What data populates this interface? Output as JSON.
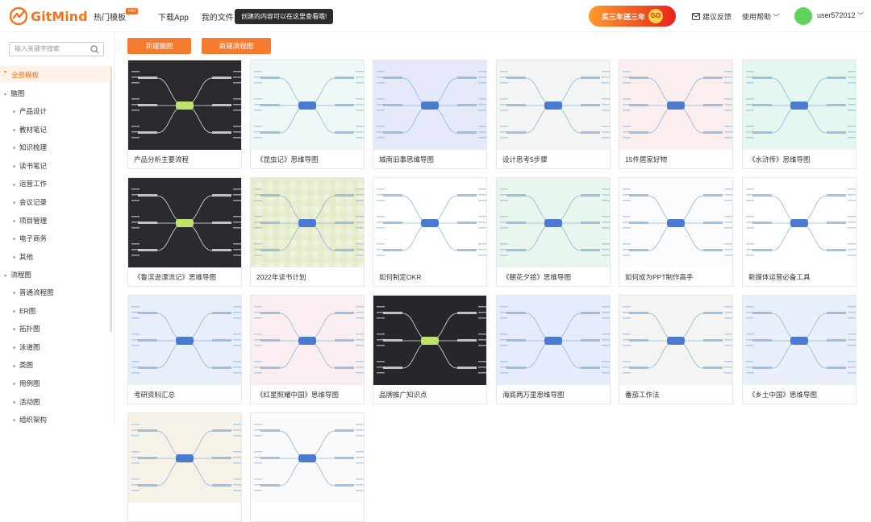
{
  "header": {
    "logo_text": "GitMind",
    "nav": [
      {
        "label": "热门模板",
        "badge": "Hot"
      },
      {
        "label": "下载App"
      },
      {
        "label": "我的文件"
      }
    ],
    "tooltip": "创建的内容可以在这里查看哦!",
    "promo": {
      "text": "买三年送三年",
      "go": "GO"
    },
    "feedback": "建议反馈",
    "help": "使用帮助",
    "user": "user572012"
  },
  "sidebar": {
    "search_placeholder": "输入关键字搜索",
    "all": "全部模板",
    "group_mind": "脑图",
    "mind_items": [
      "产品设计",
      "教材笔记",
      "知识梳理",
      "读书笔记",
      "运营工作",
      "会议记录",
      "项目管理",
      "电子商务",
      "其他"
    ],
    "group_flow": "流程图",
    "flow_items": [
      "普通流程图",
      "ER图",
      "拓扑图",
      "泳道图",
      "类图",
      "用例图",
      "活动图",
      "组织架构"
    ]
  },
  "toolbar": {
    "new_mind": "新建脑图",
    "new_flow": "新建流程图"
  },
  "cards": [
    {
      "title": "产品分析主要流程",
      "theme": "dark",
      "bg": "#2a2a2e"
    },
    {
      "title": "《昆虫记》思维导图",
      "theme": "light",
      "bg": "#eef8f6"
    },
    {
      "title": "城南旧事思维导图",
      "theme": "blue",
      "bg": "#e5e9fa"
    },
    {
      "title": "设计思考5步骤",
      "theme": "light",
      "bg": "#f3f5f4"
    },
    {
      "title": "15件居家好物",
      "theme": "pink",
      "bg": "#fbeeee"
    },
    {
      "title": "《水浒传》思维导图",
      "theme": "mint",
      "bg": "#e4f7f1"
    },
    {
      "title": "《鲁滨逊漂流记》思维导图",
      "theme": "dark",
      "bg": "#2b2b2f"
    },
    {
      "title": "2022年读书计划",
      "theme": "grid",
      "bg": "#f0f3dc"
    },
    {
      "title": "如何制定OKR",
      "theme": "white",
      "bg": "#ffffff"
    },
    {
      "title": "《朝花夕拾》思维导图",
      "theme": "pastel",
      "bg": "#e9f6ee"
    },
    {
      "title": "如何成为PPT制作高手",
      "theme": "white",
      "bg": "#fbfbfb"
    },
    {
      "title": "新媒体运营必备工具",
      "theme": "white",
      "bg": "#ffffff"
    },
    {
      "title": "考研资料汇总",
      "theme": "blue",
      "bg": "#e8eefa"
    },
    {
      "title": "《红星照耀中国》思维导图",
      "theme": "pink",
      "bg": "#fbeef1"
    },
    {
      "title": "品牌推广知识点",
      "theme": "dark",
      "bg": "#27272b"
    },
    {
      "title": "海底两万里思维导图",
      "theme": "blue",
      "bg": "#e6ecfb"
    },
    {
      "title": "番茄工作法",
      "theme": "light",
      "bg": "#f4f4f2"
    },
    {
      "title": "《乡土中国》思维导图",
      "theme": "lightblue",
      "bg": "#e9f0fb"
    },
    {
      "title": "",
      "theme": "light",
      "bg": "#f7f2e8"
    },
    {
      "title": "",
      "theme": "white",
      "bg": "#fafafa"
    }
  ]
}
